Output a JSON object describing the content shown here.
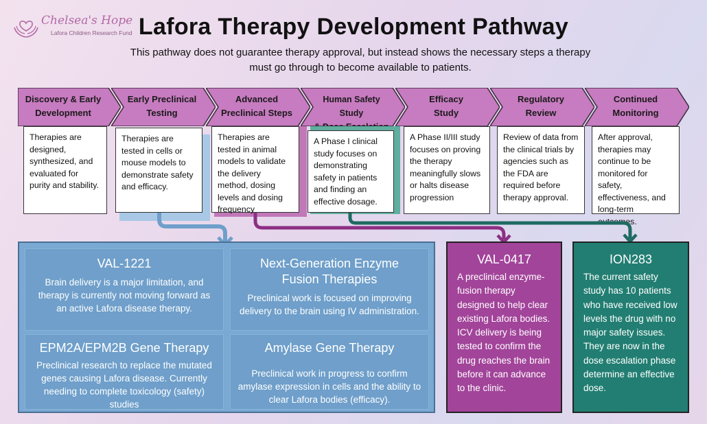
{
  "logo": {
    "name": "Chelsea's Hope",
    "tagline": "Lafora Children Research Fund",
    "icon": "heart-hands-icon"
  },
  "header": {
    "title": "Lafora Therapy Development Pathway",
    "subtitle": "This pathway does not guarantee therapy approval, but instead shows the necessary steps a therapy must go through to become available to patients."
  },
  "steps": [
    {
      "label_l1": "Discovery & Early",
      "label_l2": "Development",
      "description": "Therapies are designed, synthesized, and evaluated for purity and stability."
    },
    {
      "label_l1": "Early Preclinical",
      "label_l2": "Testing",
      "description": "Therapies are tested in cells or mouse models to demonstrate safety and efficacy."
    },
    {
      "label_l1": "Advanced",
      "label_l2": "Preclinical Steps",
      "description": "Therapies are tested in animal models to validate the delivery method, dosing levels and dosing frequency"
    },
    {
      "label_l1": "Human Safety Study",
      "label_l2": "& Dose Escalation",
      "description": "A Phase I clinical study focuses on demonstrating safety in patients and finding an effective dosage."
    },
    {
      "label_l1": "Efficacy",
      "label_l2": "Study",
      "description": "A Phase II/III study focuses on proving the therapy meaningfully slows or halts disease progression"
    },
    {
      "label_l1": "Regulatory",
      "label_l2": "Review",
      "description": "Review of data from the clinical trials by agencies such as the FDA are required before therapy approval."
    },
    {
      "label_l1": "Continued",
      "label_l2": "Monitoring",
      "description": "After approval, therapies may continue to be monitored for safety, effectiveness, and long-term outcomes."
    }
  ],
  "therapies": {
    "val1221": {
      "title": "VAL-1221",
      "text": "Brain delivery is a major limitation, and therapy is currently not moving forward as an active Lafora disease therapy."
    },
    "nextgen": {
      "title": "Next-Generation Enzyme Fusion Therapies",
      "text": "Preclinical work is focused on improving delivery to the brain using IV administration."
    },
    "epm2": {
      "title": "EPM2A/EPM2B Gene Therapy",
      "text": "Preclinical research to replace the mutated genes causing Lafora disease. Currently needing to complete toxicology (safety) studies"
    },
    "amylase": {
      "title": "Amylase Gene Therapy",
      "text": "Preclinical work in progress to confirm amylase expression in cells and the ability to clear Lafora bodies (efficacy)."
    },
    "val0417": {
      "title": "VAL-0417",
      "text": "A preclinical enzyme-fusion therapy designed to help clear existing Lafora bodies. ICV delivery is being tested to confirm the drug reaches the brain before it can advance to the clinic."
    },
    "ion283": {
      "title": "ION283",
      "text": "The current safety study has 10 patients who have received low levels the drug with no major safety issues. They are now in the dose escalation phase determine an effective dose."
    }
  },
  "colors": {
    "chevron": "#c77bc0",
    "blue_panel": "#7aa9d3",
    "purple_panel": "#a2449a",
    "teal_panel": "#227e72",
    "blue_connector": "#6f9fca",
    "purple_connector": "#8c2f83",
    "teal_connector": "#1f6b61"
  }
}
